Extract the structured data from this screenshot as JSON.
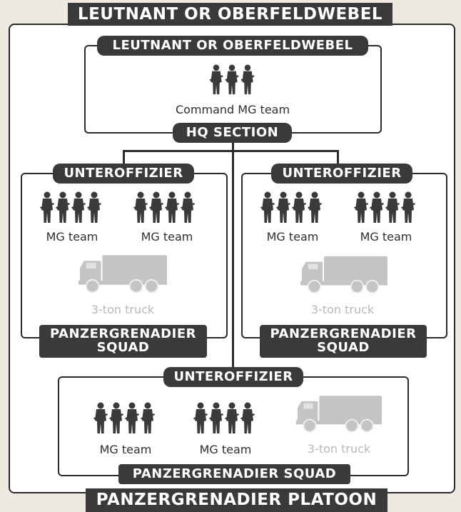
{
  "header_title": "LEUTNANT OR OBERFELDWEBEL",
  "footer_title": "PANZERGRENADIER PLATOON",
  "hq": {
    "title": "LEUTNANT OR OBERFELDWEBEL",
    "team_label": "Command MG team",
    "section_label": "HQ SECTION"
  },
  "squad_left": {
    "leader": "UNTEROFFIZIER",
    "team1": "MG team",
    "team2": "MG team",
    "vehicle": "3-ton truck",
    "name": "PANZERGRENADIER\nSQUAD"
  },
  "squad_right": {
    "leader": "UNTEROFFIZIER",
    "team1": "MG team",
    "team2": "MG team",
    "vehicle": "3-ton truck",
    "name": "PANZERGRENADIER\nSQUAD"
  },
  "squad_bottom": {
    "leader": "UNTEROFFIZIER",
    "team1": "MG team",
    "team2": "MG team",
    "vehicle": "3-ton truck",
    "name": "PANZERGRENADIER SQUAD"
  },
  "colors": {
    "tag_bg": "#3a3a3a",
    "line": "#2b2b2b",
    "soldier": "#3a3a3a",
    "truck": "#c4c4c4",
    "page_bg": "#efeae0"
  },
  "icons": {
    "soldier": "soldier-icon",
    "truck": "truck-icon"
  }
}
